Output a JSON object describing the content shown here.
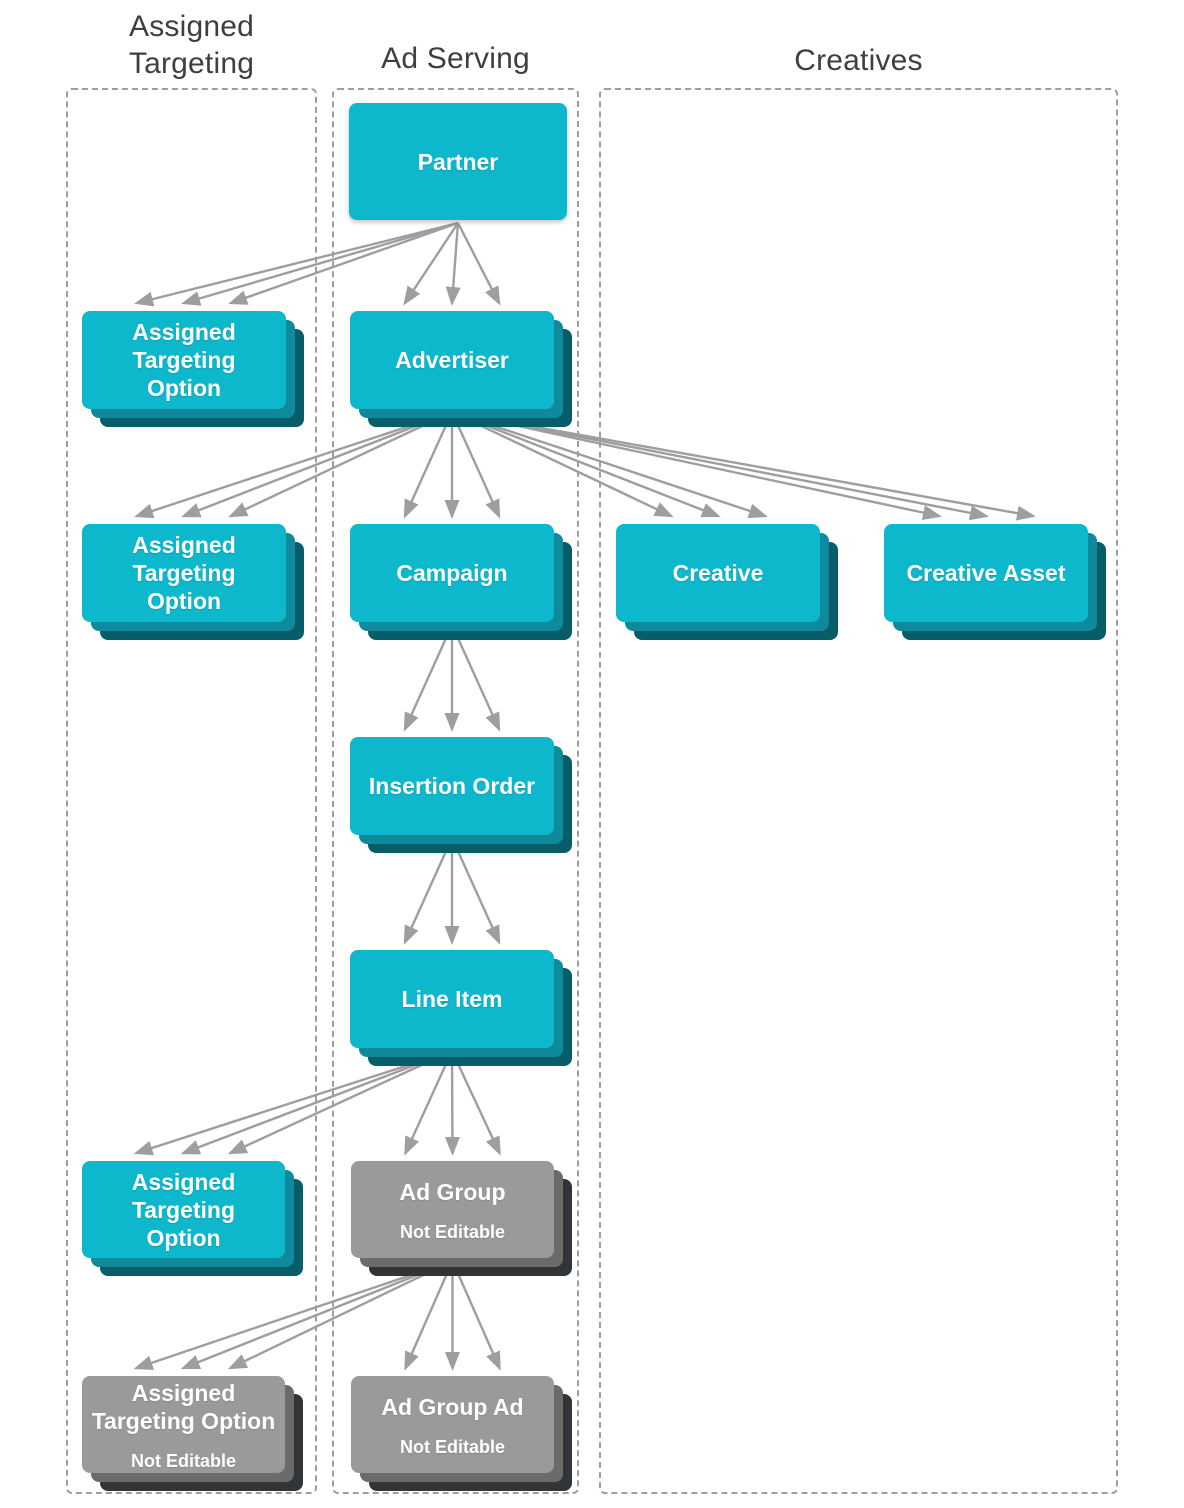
{
  "diagram": {
    "columns": [
      {
        "id": "assigned_targeting",
        "label": "Assigned\nTargeting"
      },
      {
        "id": "ad_serving",
        "label": "Ad Serving"
      },
      {
        "id": "creatives",
        "label": "Creatives"
      }
    ],
    "nodes": [
      {
        "id": "partner",
        "label": "Partner",
        "variant": "teal",
        "stacked": false
      },
      {
        "id": "ato1",
        "label": "Assigned\nTargeting\nOption",
        "variant": "teal",
        "stacked": true
      },
      {
        "id": "advertiser",
        "label": "Advertiser",
        "variant": "teal",
        "stacked": true
      },
      {
        "id": "ato2",
        "label": "Assigned\nTargeting\nOption",
        "variant": "teal",
        "stacked": true
      },
      {
        "id": "campaign",
        "label": "Campaign",
        "variant": "teal",
        "stacked": true
      },
      {
        "id": "creative",
        "label": "Creative",
        "variant": "teal",
        "stacked": true
      },
      {
        "id": "creative_asset",
        "label": "Creative Asset",
        "variant": "teal",
        "stacked": true
      },
      {
        "id": "insertion_order",
        "label": "Insertion Order",
        "variant": "teal",
        "stacked": true
      },
      {
        "id": "line_item",
        "label": "Line Item",
        "variant": "teal",
        "stacked": true
      },
      {
        "id": "ato3",
        "label": "Assigned\nTargeting\nOption",
        "variant": "teal",
        "stacked": true
      },
      {
        "id": "ad_group",
        "label": "Ad Group",
        "sublabel": "Not Editable",
        "variant": "gray",
        "stacked": true
      },
      {
        "id": "ato_gray",
        "label": "Assigned\nTargeting Option",
        "sublabel": "Not Editable",
        "variant": "gray",
        "stacked": true
      },
      {
        "id": "ad_group_ad",
        "label": "Ad Group Ad",
        "sublabel": "Not Editable",
        "variant": "gray",
        "stacked": true
      }
    ],
    "edges": [
      {
        "from": "partner",
        "to": "ato1"
      },
      {
        "from": "partner",
        "to": "advertiser"
      },
      {
        "from": "advertiser",
        "to": "ato2"
      },
      {
        "from": "advertiser",
        "to": "campaign"
      },
      {
        "from": "advertiser",
        "to": "creative"
      },
      {
        "from": "advertiser",
        "to": "creative_asset"
      },
      {
        "from": "campaign",
        "to": "insertion_order"
      },
      {
        "from": "insertion_order",
        "to": "line_item"
      },
      {
        "from": "line_item",
        "to": "ato3"
      },
      {
        "from": "line_item",
        "to": "ad_group"
      },
      {
        "from": "ad_group",
        "to": "ato_gray"
      },
      {
        "from": "ad_group",
        "to": "ad_group_ad"
      }
    ],
    "palette": {
      "teal": "#0db7cc",
      "teal_mid": "#0f8a9c",
      "teal_dark": "#085d68",
      "gray": "#9a9a9a",
      "gray_mid": "#6b6b6b",
      "gray_dark": "#323537",
      "arrow": "#9e9e9e",
      "frame_border": "#9e9e9e",
      "header_text": "#3c4043",
      "label_text": "#ffffff"
    }
  }
}
